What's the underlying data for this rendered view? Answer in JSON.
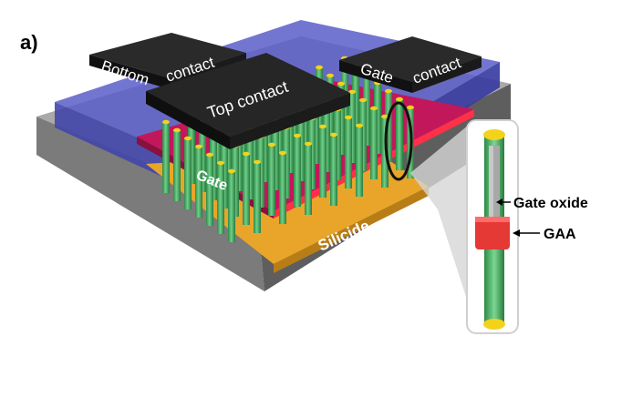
{
  "figure": {
    "panel_label": "a)",
    "labels": {
      "bottom_contact_word1": "Bottom",
      "bottom_contact_word2": "contact",
      "gate_contact_word1": "Gate",
      "gate_contact_word2": "contact",
      "top_contact": "Top contact",
      "gate": "Gate",
      "silicide": "Silicide",
      "gate_oxide": "Gate oxide",
      "gaa": "GAA"
    },
    "colors": {
      "substrate_top": "#9a9a9a",
      "substrate_side": "#6e6e6e",
      "dielectric": "#5a5ec8",
      "contact_pad": "#222222",
      "gate_plate": "#c2185b",
      "silicide": "#e0a020",
      "nanowire": "#3fae5a",
      "nanowire_tip": "#f2d21b",
      "gaa_ring": "#e53935",
      "gate_oxide": "#a8a8a8"
    }
  }
}
